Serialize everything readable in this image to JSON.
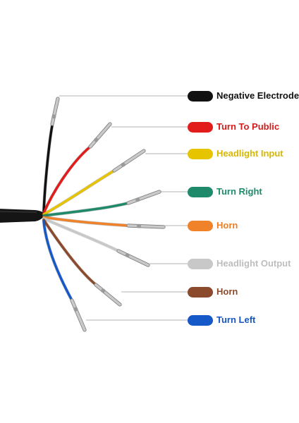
{
  "wires": [
    {
      "label": "Negative Electrode",
      "color": "#111111",
      "text_color": "#111111"
    },
    {
      "label": "Turn To Public",
      "color": "#e21b1b",
      "text_color": "#d71a1a"
    },
    {
      "label": "Headlight Input",
      "color": "#e6c400",
      "text_color": "#d8b700"
    },
    {
      "label": "Turn Right",
      "color": "#1f8a6a",
      "text_color": "#1e8b6b"
    },
    {
      "label": "Horn",
      "color": "#f0822a",
      "text_color": "#ef7d22"
    },
    {
      "label": "Headlight Output",
      "color": "#c8c8c8",
      "text_color": "#bdbdbd"
    },
    {
      "label": "Horn",
      "color": "#8b4a2b",
      "text_color": "#8b4a2b"
    },
    {
      "label": "Turn Left",
      "color": "#1558c8",
      "text_color": "#1656c4"
    }
  ],
  "cable_color": "#151515",
  "leader_color": "#9a9a9a",
  "terminal_color": "#c9c9c9"
}
